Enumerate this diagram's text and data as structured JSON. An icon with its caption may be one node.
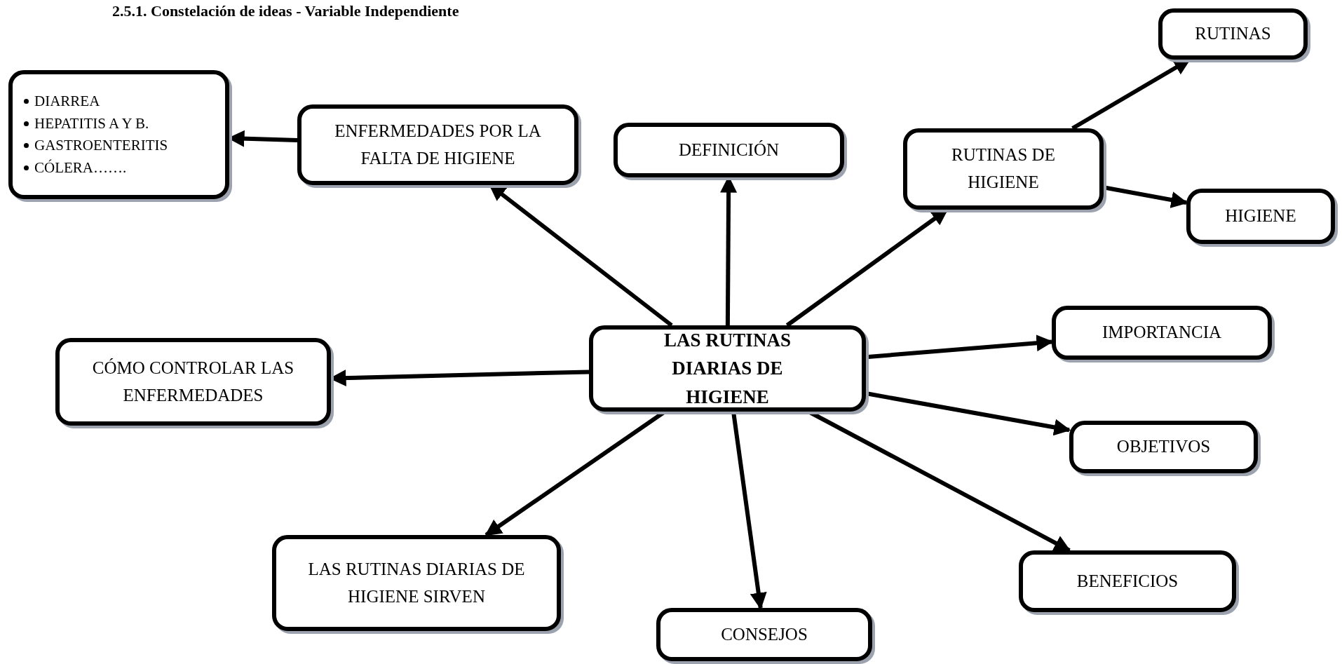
{
  "diagram": {
    "title": "2.5.1. Constelación de ideas - Variable Independiente",
    "nodes": [
      {
        "text": [
          "DIARREA",
          "HEPATITIS A Y B.",
          "GASTROENTERITIS",
          "CÓLERA……."
        ]
      },
      {
        "text": [
          "ENFERMEDADES POR LA FALTA DE HIGIENE"
        ]
      },
      {
        "text": [
          "DEFINICIÓN"
        ]
      },
      {
        "text": [
          "RUTINAS DE HIGIENE"
        ]
      },
      {
        "text": [
          "RUTINAS"
        ]
      },
      {
        "text": [
          "HIGIENE"
        ]
      },
      {
        "text": [
          "LAS RUTINAS DIARIAS DE HIGIENE"
        ]
      },
      {
        "text": [
          "IMPORTANCIA"
        ]
      },
      {
        "text": [
          "CÓMO CONTROLAR LAS ENFERMEDADES"
        ]
      },
      {
        "text": [
          "OBJETIVOS"
        ]
      },
      {
        "text": [
          "LAS RUTINAS DIARIAS DE HIGIENE SIRVEN"
        ]
      },
      {
        "text": [
          "CONSEJOS"
        ]
      },
      {
        "text": [
          "BENEFICIOS"
        ]
      }
    ],
    "edges": [
      {
        "from": 6,
        "to": 1,
        "arrow": "to"
      },
      {
        "from": 1,
        "to": 0,
        "arrow": "to"
      },
      {
        "from": 6,
        "to": 2,
        "arrow": "to"
      },
      {
        "from": 6,
        "to": 3,
        "arrow": "to"
      },
      {
        "from": 3,
        "to": 4,
        "arrow": "to"
      },
      {
        "from": 3,
        "to": 5,
        "arrow": "to"
      },
      {
        "from": 6,
        "to": 7,
        "arrow": "to"
      },
      {
        "from": 6,
        "to": 8,
        "arrow": "to"
      },
      {
        "from": 6,
        "to": 9,
        "arrow": "to"
      },
      {
        "from": 6,
        "to": 10,
        "arrow": "to"
      },
      {
        "from": 6,
        "to": 11,
        "arrow": "to"
      },
      {
        "from": 6,
        "to": 12,
        "arrow": "to"
      }
    ]
  }
}
